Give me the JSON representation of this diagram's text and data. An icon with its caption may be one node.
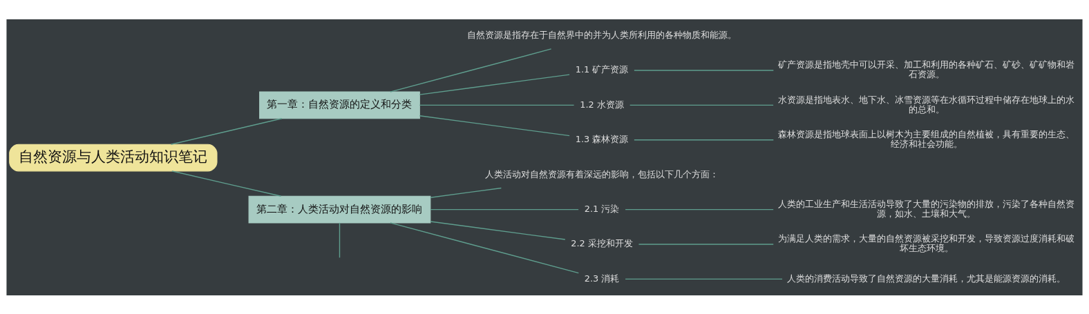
{
  "diagram": {
    "nodes": [
      {
        "text": [
          "自然资源与人类活动知识笔记"
        ]
      },
      {
        "text": [
          "第一章：自然资源的定义和分类"
        ]
      },
      {
        "text": [
          "自然资源是指存在于自然界中的并为人类所利用的各种物质和能源。"
        ]
      },
      {
        "text": [
          "1.1 矿产资源"
        ]
      },
      {
        "text": [
          "矿产资源是指地壳中可以开采、加工和利用的各种矿石、矿砂、矿矿物和岩石资源。"
        ]
      },
      {
        "text": [
          "1.2 水资源"
        ]
      },
      {
        "text": [
          "水资源是指地表水、地下水、冰雪资源等在水循环过程中储存在地球上的水的总和。"
        ]
      },
      {
        "text": [
          "1.3 森林资源"
        ]
      },
      {
        "text": [
          "森林资源是指地球表面上以树木为主要组成的自然植被，具有重要的生态、经济和社会功能。"
        ]
      },
      {
        "text": [
          "第二章：人类活动对自然资源的影响"
        ]
      },
      {
        "text": [
          "人类活动对自然资源有着深远的影响，包括以下几个方面："
        ]
      },
      {
        "text": [
          "2.1 污染"
        ]
      },
      {
        "text": [
          "人类的工业生产和生活活动导致了大量的污染物的排放，污染了各种自然资源，如水、土壤和大气。"
        ]
      },
      {
        "text": [
          "2.2 采挖和开发"
        ]
      },
      {
        "text": [
          "为满足人类的需求，大量的自然资源被采挖和开发，导致资源过度消耗和破坏生态环境。"
        ]
      },
      {
        "text": [
          "2.3 消耗"
        ]
      },
      {
        "text": [
          "人类的消费活动导致了自然资源的大量消耗，尤其是能源资源的消耗。"
        ]
      }
    ],
    "edges": [
      {
        "from": 0,
        "to": 1,
        "arrow": "none"
      },
      {
        "from": 0,
        "to": 9,
        "arrow": "none"
      },
      {
        "from": 1,
        "to": 2,
        "arrow": "none"
      },
      {
        "from": 1,
        "to": 3,
        "arrow": "none"
      },
      {
        "from": 3,
        "to": 4,
        "arrow": "none"
      },
      {
        "from": 1,
        "to": 5,
        "arrow": "none"
      },
      {
        "from": 5,
        "to": 6,
        "arrow": "none"
      },
      {
        "from": 1,
        "to": 7,
        "arrow": "none"
      },
      {
        "from": 7,
        "to": 8,
        "arrow": "none"
      },
      {
        "from": 9,
        "to": 10,
        "arrow": "none"
      },
      {
        "from": 9,
        "to": 11,
        "arrow": "none"
      },
      {
        "from": 11,
        "to": 12,
        "arrow": "none"
      },
      {
        "from": 9,
        "to": 13,
        "arrow": "none"
      },
      {
        "from": 13,
        "to": 14,
        "arrow": "none"
      },
      {
        "from": 9,
        "to": 15,
        "arrow": "none"
      },
      {
        "from": 15,
        "to": 16,
        "arrow": "none"
      },
      {
        "from": 9,
        "to": null,
        "arrow": "none"
      }
    ]
  }
}
